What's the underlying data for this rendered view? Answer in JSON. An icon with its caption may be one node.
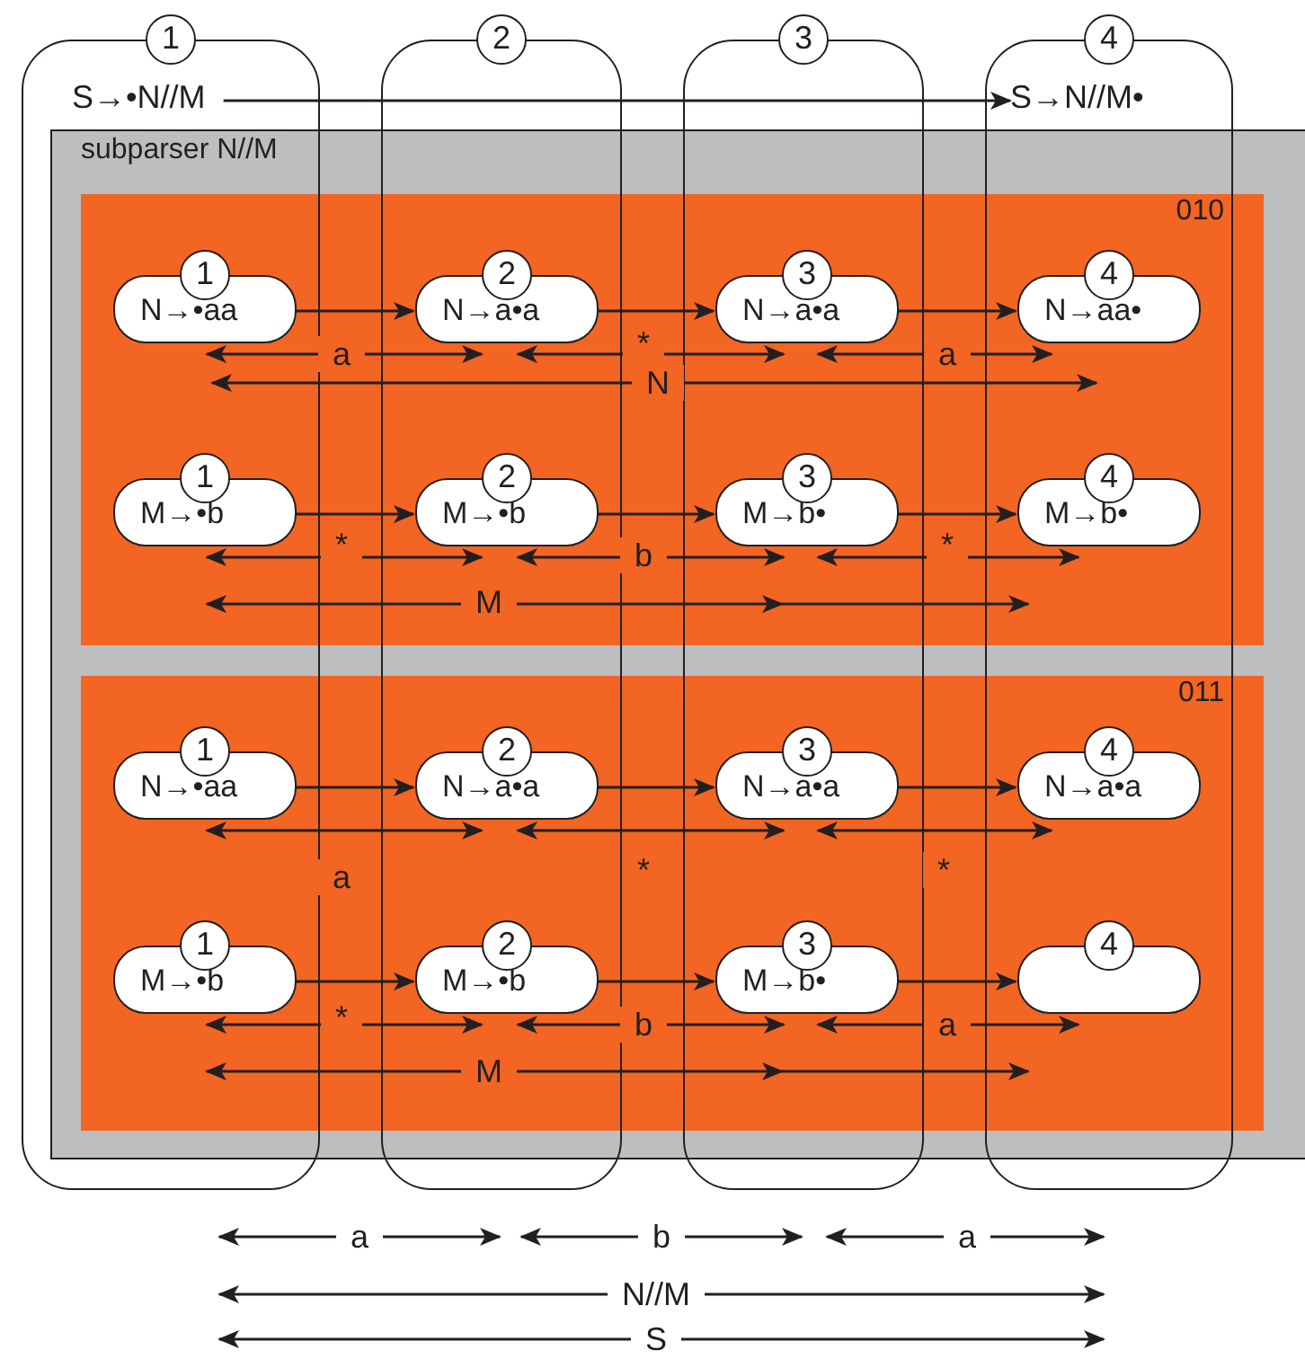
{
  "diagram": {
    "nodes": [
      {
        "text": [
          "1"
        ]
      },
      {
        "text": [
          "2"
        ]
      },
      {
        "text": [
          "3"
        ]
      },
      {
        "text": [
          "4"
        ]
      },
      {
        "text": [
          "S→•N//M"
        ]
      },
      {
        "text": [
          "S→N//M•"
        ]
      },
      {
        "text": [
          "subparser N//M"
        ]
      },
      {
        "text": [
          "010"
        ],
        "in": 6
      },
      {
        "text": [
          "1",
          "N→•aa"
        ],
        "in": 7
      },
      {
        "text": [
          "2",
          "N→a•a"
        ],
        "in": 7
      },
      {
        "text": [
          "3",
          "N→a•a"
        ],
        "in": 7
      },
      {
        "text": [
          "4",
          "N→aa•"
        ],
        "in": 7
      },
      {
        "text": [
          "1",
          "M→•b"
        ],
        "in": 7
      },
      {
        "text": [
          "2",
          "M→•b"
        ],
        "in": 7
      },
      {
        "text": [
          "3",
          "M→b•"
        ],
        "in": 7
      },
      {
        "text": [
          "4",
          "M→b•"
        ],
        "in": 7
      },
      {
        "text": [
          "011"
        ],
        "in": 6
      },
      {
        "text": [
          "1",
          "N→•aa"
        ],
        "in": 16
      },
      {
        "text": [
          "2",
          "N→a•a"
        ],
        "in": 16
      },
      {
        "text": [
          "3",
          "N→a•a"
        ],
        "in": 16
      },
      {
        "text": [
          "4",
          "N→a•a"
        ],
        "in": 16
      },
      {
        "text": [
          "1",
          "M→•b"
        ],
        "in": 16
      },
      {
        "text": [
          "2",
          "M→•b"
        ],
        "in": 16
      },
      {
        "text": [
          "3",
          "M→b•"
        ],
        "in": 16
      },
      {
        "text": [
          "4"
        ],
        "in": 16
      }
    ],
    "edges": [
      {
        "from": 4,
        "to": 5,
        "arrow": "to"
      },
      {
        "from": 8,
        "to": 9,
        "arrow": "to"
      },
      {
        "from": 9,
        "to": 10,
        "arrow": "to"
      },
      {
        "from": 10,
        "to": 11,
        "arrow": "to"
      },
      {
        "from": 12,
        "to": 13,
        "arrow": "to"
      },
      {
        "from": 13,
        "to": 14,
        "arrow": "to"
      },
      {
        "from": 14,
        "to": 15,
        "arrow": "to"
      },
      {
        "from": 17,
        "to": 18,
        "arrow": "to"
      },
      {
        "from": 18,
        "to": 19,
        "arrow": "to"
      },
      {
        "from": 19,
        "to": 20,
        "arrow": "to"
      },
      {
        "from": 21,
        "to": 22,
        "arrow": "to"
      },
      {
        "from": 22,
        "to": 23,
        "arrow": "to"
      },
      {
        "from": 23,
        "to": 24,
        "arrow": "to"
      },
      {
        "from": 8,
        "to": 9,
        "arrow": "both",
        "label": "a"
      },
      {
        "from": 9,
        "to": 10,
        "arrow": "both",
        "label": "*"
      },
      {
        "from": 10,
        "to": 11,
        "arrow": "both",
        "label": "a"
      },
      {
        "from": 8,
        "to": 11,
        "arrow": "both",
        "label": "N"
      },
      {
        "from": 12,
        "to": 13,
        "arrow": "both",
        "label": "*"
      },
      {
        "from": 13,
        "to": 14,
        "arrow": "both",
        "label": "b"
      },
      {
        "from": 14,
        "to": 15,
        "arrow": "both",
        "label": "*"
      },
      {
        "from": 12,
        "to": 15,
        "arrow": "both",
        "label": "M"
      },
      {
        "from": 17,
        "to": 18,
        "arrow": "both",
        "label": "a"
      },
      {
        "from": 18,
        "to": 19,
        "arrow": "both",
        "label": "*"
      },
      {
        "from": 19,
        "to": 20,
        "arrow": "both",
        "label": "*"
      },
      {
        "from": 21,
        "to": 22,
        "arrow": "both",
        "label": "*"
      },
      {
        "from": 22,
        "to": 23,
        "arrow": "both",
        "label": "b"
      },
      {
        "from": 23,
        "to": 24,
        "arrow": "both",
        "label": "a"
      },
      {
        "from": 21,
        "to": 24,
        "arrow": "both",
        "label": "M"
      }
    ],
    "labels": [
      "a",
      "b",
      "a",
      "N//M",
      "S"
    ]
  }
}
